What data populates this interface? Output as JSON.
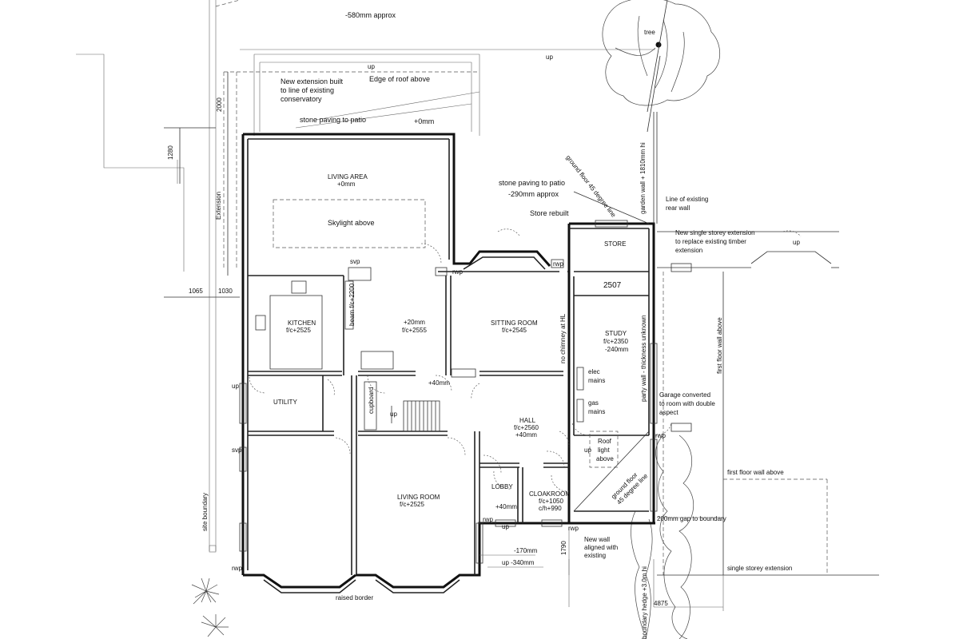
{
  "labels": {
    "top_level": "-580mm approx",
    "tree": "tree",
    "up_top_garden": "up",
    "up_top_left": "up",
    "new_extension": [
      "New extension built",
      "to line of existing",
      "conservatory"
    ],
    "edge_of_roof": "Edge of roof above",
    "stone_paving_top": "stone paving to patio",
    "plus_zero_top": "+0mm",
    "living_area": "LIVING AREA",
    "living_area_level": "+0mm",
    "skylight": "Skylight above",
    "stone_paving_right": "stone paving to patio",
    "paving_right_level": "-290mm approx",
    "store_rebuilt": "Store rebuilt",
    "store": "STORE",
    "dim_2507": "2507",
    "svp": "svp",
    "rwp_left": "rwp",
    "rwp_mid": "rwp",
    "rwp_right": "rwp",
    "kitchen": "KITCHEN",
    "kitchen_fc": "f/c+2525",
    "beam": "beam f/c+2200",
    "mid_level": "+20mm",
    "mid_fc": "f/c+2555",
    "sitting_room": "SITTING ROOM",
    "sitting_fc": "f/c+2545",
    "no_chimney": "no chimney at HL",
    "study": "STUDY",
    "study_fc": "f/c+2350",
    "study_level": "-240mm",
    "party_wall": "party wall - thickness unknown",
    "elec": [
      "elec",
      "mains"
    ],
    "gas": [
      "gas",
      "mains"
    ],
    "plus_40_hall": "+40mm",
    "utility": "UTILITY",
    "cupboard": "cupboard",
    "up_stairs": "up",
    "up_utility": "up",
    "hall": "HALL",
    "hall_fc": "f/c+2560",
    "hall_level": "+40mm",
    "up_hall": "up",
    "roof_light": [
      "Roof",
      "light",
      "above"
    ],
    "svp_lower": "svp",
    "living_room": "LIVING ROOM",
    "living_room_fc": "f/c+2525",
    "lobby": "LOBBY",
    "lobby_level": "+40mm",
    "cloakroom": "CLOAKROOM",
    "cloak_fc": "f/c+1050",
    "cloak_ch": "c/h+990",
    "up_front": "up",
    "rwp_front": "rwp",
    "rwp_cloak": "rwp",
    "minus_170": "-170mm",
    "up_minus_340": "up -340mm",
    "raised_border": "raised border",
    "new_wall": [
      "New wall",
      "aligned with",
      "existing"
    ],
    "dim_1790": "1790",
    "site_boundary": "site boundary",
    "extension": "Extension",
    "dim_2000": "2000",
    "dim_1280": "1280",
    "dim_1065": "1065",
    "dim_1030": "1030",
    "gf_45_top": "ground floor 45 degree line",
    "garden_wall": "garden wall + 1810mm hi",
    "line_existing_rear": [
      "Line of existing",
      "rear wall"
    ],
    "new_single_storey": [
      "New single storey extension",
      "to replace existing timber",
      "extension"
    ],
    "up_neighbour": "up",
    "first_floor_wall_v": "first floor wall above",
    "garage_converted": [
      "Garage converted",
      "to room with double",
      "aspect"
    ],
    "gf_45_bottom": [
      "ground floor",
      "45 degree line"
    ],
    "first_floor_wall_h": "first floor wall above",
    "gap_to_boundary": "200mm gap to boundary",
    "single_storey_ext": "single storey extension",
    "boundary_hedge": "boundary hedge +3.0m hi",
    "dim_4875": "4875",
    "rwp_garage": "rwp"
  }
}
